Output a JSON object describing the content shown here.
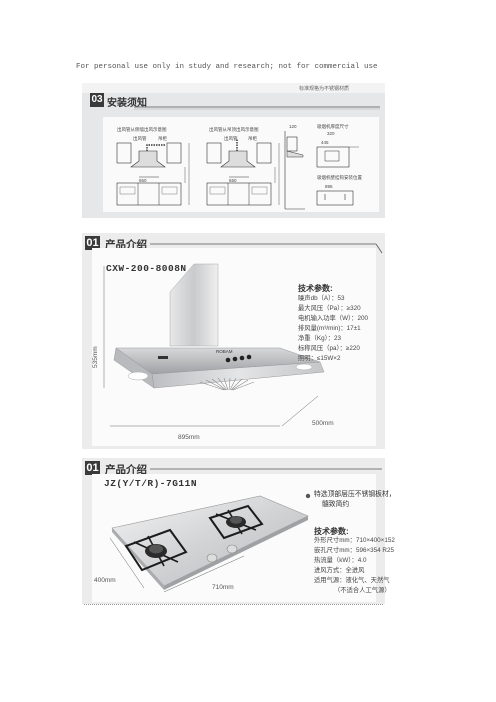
{
  "disclaimer": "For personal use only in study and research; not for commercial use",
  "install": {
    "top_note": "标准规格为不锈钢材质",
    "number": "03",
    "title": "安装须知",
    "diagram1_caption": "出风管从侧墙出风示意图",
    "diagram2_caption": "出风管从吊顶出风示意图",
    "lbl_wind": "出风管",
    "lbl_hood": "吊柜",
    "dim_650": "650",
    "dim_range": "650~750",
    "right_caption_1": "吸烟机厚度尺寸",
    "right_caption_2": "吸烟机壁挂钩安装位置",
    "dim_120": "120",
    "dim_320": "320",
    "dim_445": "445",
    "dim_895": "895",
    "dim_40": "40"
  },
  "hood": {
    "number": "01",
    "title": "产品介绍",
    "model": "CXW-200-8008N",
    "brand": "ROBAM",
    "spec_title": "技术参数:",
    "specs": [
      "噪声db（A）：53",
      "最大风压（Pa）：≥320",
      "电机输入功率（W）：200",
      "排风量(m³/min)：17±1",
      "净重（Kg）：23",
      "标称风压（pa）：≥220",
      "照明：≤15W×2"
    ],
    "dim_height": "535mm",
    "dim_width": "895mm",
    "dim_depth": "500mm"
  },
  "hob": {
    "number": "01",
    "title": "产品介绍",
    "model": "JZ(Y/T/R)-7G11N",
    "feature_line1": "特选顶部层压不锈钢板材，",
    "feature_line2": "髓致简约",
    "spec_title": "技术参数:",
    "specs": [
      "外形尺寸mm：710×400×152",
      "嵌孔尺寸mm：596×354 R25",
      "热流量（kW）：4.0",
      "进风方式：全进风",
      "适用气源：液化气、天然气",
      "（不适合人工气源）"
    ],
    "dim_depth": "400mm",
    "dim_width": "710mm"
  }
}
